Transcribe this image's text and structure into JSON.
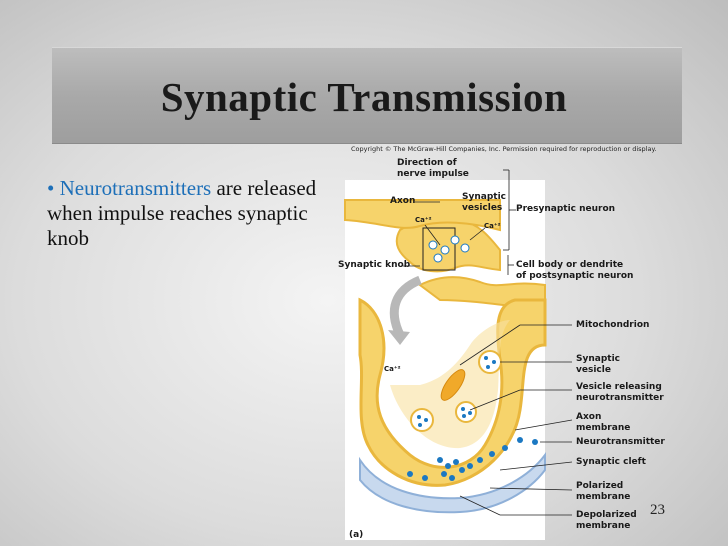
{
  "slide": {
    "title": "Synaptic Transmission",
    "bullet_keyword": "Neurotransmitters",
    "bullet_rest": " are released when impulse reaches synaptic knob",
    "page_number": "23",
    "copyright": "Copyright © The McGraw-Hill Companies, Inc. Permission required for reproduction or display."
  },
  "diagram": {
    "labels": {
      "direction": "Direction of\nnerve impulse",
      "axon": "Axon",
      "synaptic_vesicles": "Synaptic\nvesicles",
      "presynaptic_neuron": "Presynaptic neuron",
      "ca_top_left": "Ca⁺²",
      "ca_top_right": "Ca⁺²",
      "synaptic_knob": "Synaptic knob",
      "cell_body": "Cell body or dendrite\nof postsynaptic neuron",
      "mitochondrion": "Mitochondrion",
      "synaptic_vesicle": "Synaptic\nvesicle",
      "ca_mid": "Ca⁺²",
      "vesicle_releasing": "Vesicle releasing\nneurotransmitter",
      "axon_membrane": "Axon\nmembrane",
      "neurotransmitter": "Neurotransmitter",
      "synaptic_cleft": "Synaptic cleft",
      "polarized": "Polarized\nmembrane",
      "depolarized": "Depolarized\nmembrane",
      "panel": "(a)"
    },
    "colors": {
      "cytoplasm": "#f6d36b",
      "membrane": "#e9b73d",
      "panel_bg": "#ffffff",
      "dendrite": "#c8d9ee",
      "neurotransmitter": "#1b78c2",
      "mitochondrion": "#f0a92a"
    }
  }
}
